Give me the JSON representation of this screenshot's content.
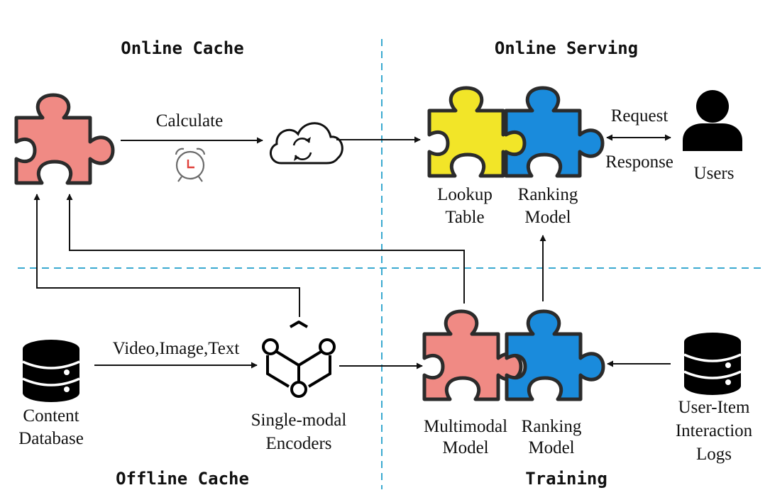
{
  "quadrants": {
    "online_cache": "Online Cache",
    "online_serving": "Online Serving",
    "offline_cache": "Offline Cache",
    "training": "Training"
  },
  "online_cache": {
    "calculate_label": "Calculate"
  },
  "online_serving": {
    "lookup_table": [
      "Lookup",
      "Table"
    ],
    "ranking_model": [
      "Ranking",
      "Model"
    ],
    "request_label": "Request",
    "response_label": "Response",
    "users_label": "Users"
  },
  "offline_cache": {
    "content_database": [
      "Content",
      "Database"
    ],
    "inputs_label": "Video,Image,Text",
    "encoders": [
      "Single-modal",
      "Encoders"
    ]
  },
  "training": {
    "multimodal_model": [
      "Multimodal",
      "Model"
    ],
    "ranking_model": [
      "Ranking",
      "Model"
    ],
    "logs": [
      "User-Item",
      "Interaction",
      "Logs"
    ]
  },
  "colors": {
    "divider": "#3aa9d0",
    "puzzle_red": "#f08a84",
    "puzzle_yellow": "#f2e528",
    "puzzle_blue": "#1a8bdc",
    "outline": "#2b2b2b"
  },
  "icons": [
    "puzzle-piece-icon",
    "alarm-clock-icon",
    "cloud-sync-icon",
    "user-icon",
    "database-icon",
    "encoder-network-icon"
  ]
}
